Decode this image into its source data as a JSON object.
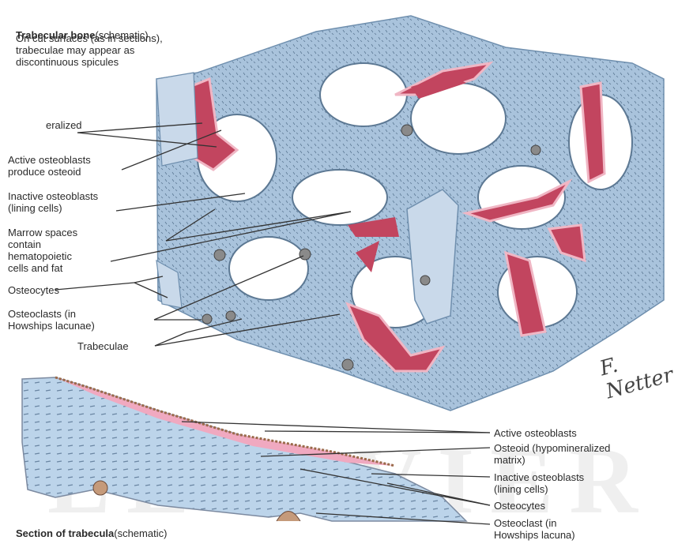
{
  "title": {
    "bold": "Trabecular bone",
    "normal": "(schematic)"
  },
  "subtitle": "On cut surfaces (as in sections),\ntrabeculae may appear as\ndiscontinuous spicules",
  "upper_labels": {
    "osteoid_partial": "eralized",
    "active_osteoblasts": "Active osteoblasts\nproduce osteoid",
    "inactive_osteoblasts": "Inactive osteoblasts\n(lining cells)",
    "marrow_spaces": "Marrow spaces\ncontain\nhematopoietic\ncells and fat",
    "osteocytes": "Osteocytes",
    "osteoclasts": "Osteoclasts (in\nHowships lacunae)",
    "trabeculae": "Trabeculae"
  },
  "lower_labels": {
    "active_osteoblasts": "Active osteoblasts",
    "osteoid": "Osteoid (hypomineralized\nmatrix)",
    "inactive_osteoblasts": "Inactive osteoblasts\n(lining cells)",
    "osteocytes": "Osteocytes",
    "osteoclast": "Osteoclast (in\nHowships lacuna)"
  },
  "section_title": {
    "bold": "Section of trabecula",
    "normal": "(schematic)"
  },
  "signature": "F. Netter",
  "watermark": "ELSEVIER",
  "colors": {
    "bone": "#a9c3dc",
    "bone_dark": "#6f8fae",
    "osteoid": "#c2455f",
    "pink": "#f0b6c4",
    "line": "#333333"
  }
}
